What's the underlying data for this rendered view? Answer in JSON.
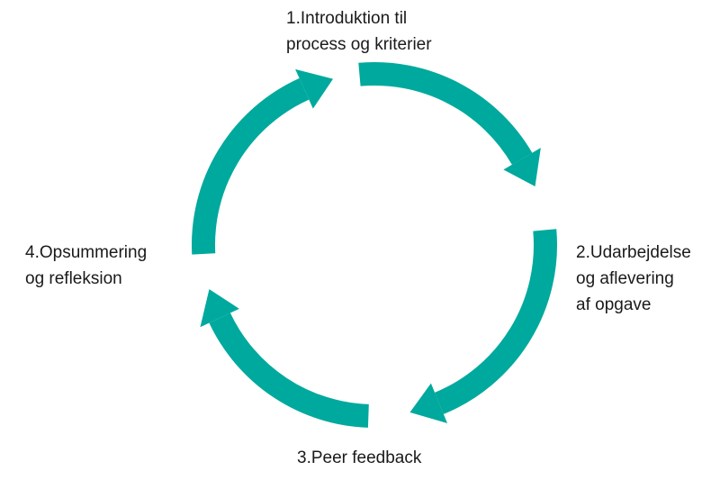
{
  "diagram": {
    "accent_color": "#00a99d",
    "steps": [
      {
        "lines": [
          "1.Introduktion til",
          "process og kriterier"
        ]
      },
      {
        "lines": [
          "2.Udarbejdelse",
          "og aflevering",
          "af opgave"
        ]
      },
      {
        "lines": [
          "3.Peer feedback"
        ]
      },
      {
        "lines": [
          "4.Opsummering",
          "og refleksion"
        ]
      }
    ]
  }
}
